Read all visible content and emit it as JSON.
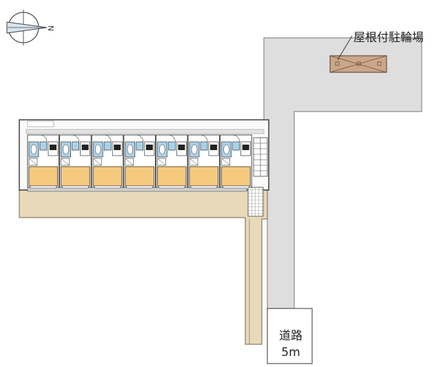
{
  "parking": {
    "label": "屋根付駐輪場"
  },
  "road": {
    "name": "道路",
    "width": "5m"
  },
  "building": {
    "unit_count": 7
  },
  "compass": {
    "north_letter": "N"
  }
}
